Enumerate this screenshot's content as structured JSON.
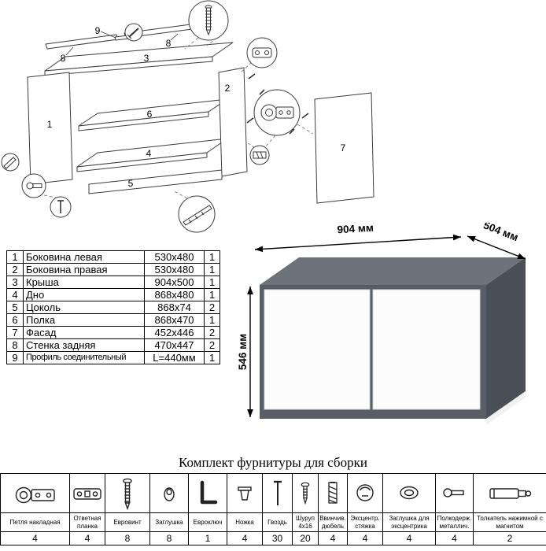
{
  "exploded": {
    "labels": {
      "n1": "1",
      "n2": "2",
      "n3": "3",
      "n4": "4",
      "n5": "5",
      "n6": "6",
      "n7": "7",
      "n8": "8",
      "n9": "9"
    }
  },
  "parts": {
    "rows": [
      {
        "num": "1",
        "name": "Боковина левая",
        "size": "530x480",
        "qty": "1"
      },
      {
        "num": "2",
        "name": "Боковина правая",
        "size": "530x480",
        "qty": "1"
      },
      {
        "num": "3",
        "name": "Крыша",
        "size": "904x500",
        "qty": "1"
      },
      {
        "num": "4",
        "name": "Дно",
        "size": "868x480",
        "qty": "1"
      },
      {
        "num": "5",
        "name": "Цоколь",
        "size": "868x74",
        "qty": "2"
      },
      {
        "num": "6",
        "name": "Полка",
        "size": "868x470",
        "qty": "1"
      },
      {
        "num": "7",
        "name": "Фасад",
        "size": "452x446",
        "qty": "2"
      },
      {
        "num": "8",
        "name": "Стенка задняя",
        "size": "470x447",
        "qty": "2"
      },
      {
        "num": "9",
        "name": "Профиль соединительный",
        "size": "L=440мм",
        "qty": "1"
      }
    ]
  },
  "cabinet": {
    "width_label": "904 мм",
    "depth_label": "504 мм",
    "height_label": "546 мм",
    "body_color": "#585d66",
    "top_color": "#6e737b",
    "side_color": "#4a4f57",
    "door_color": "#fcfcfc"
  },
  "hardware": {
    "title": "Комплект фурнитуры для сборки",
    "items": [
      {
        "name": "Петля накладная",
        "qty": "4",
        "icon": "hinge-icon"
      },
      {
        "name": "Ответная планка",
        "qty": "4",
        "icon": "strike-plate-icon"
      },
      {
        "name": "Евровинт",
        "qty": "8",
        "icon": "euro-screw-icon"
      },
      {
        "name": "Заглушка",
        "qty": "8",
        "icon": "cap-icon"
      },
      {
        "name": "Евроключ",
        "qty": "1",
        "icon": "hex-key-icon"
      },
      {
        "name": "Ножка",
        "qty": "4",
        "icon": "foot-icon"
      },
      {
        "name": "Гвоздь",
        "qty": "30",
        "icon": "nail-icon"
      },
      {
        "name": "Шуруп 4x16",
        "qty": "20",
        "icon": "screw-icon"
      },
      {
        "name": "Ввинчив. дюбель",
        "qty": "4",
        "icon": "threaded-dowel-icon"
      },
      {
        "name": "Эксцентр. стяжка",
        "qty": "4",
        "icon": "cam-lock-icon"
      },
      {
        "name": "Заглушка для эксцентрика",
        "qty": "4",
        "icon": "cam-cap-icon"
      },
      {
        "name": "Полкодерж. металлич.",
        "qty": "4",
        "icon": "shelf-pin-icon"
      },
      {
        "name": "Толкатель нажимной с магнитом",
        "qty": "2",
        "icon": "push-latch-icon"
      }
    ]
  }
}
